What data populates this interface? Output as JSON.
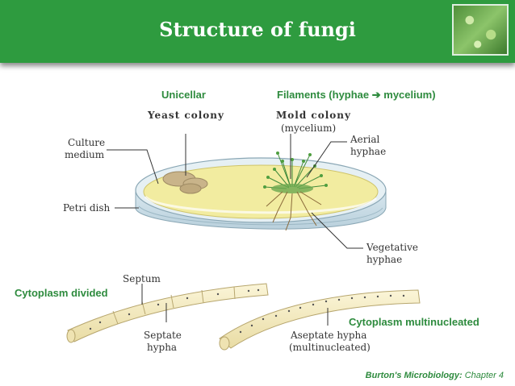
{
  "header": {
    "title": "Structure of fungi"
  },
  "labels": {
    "unicellular": "Unicellar",
    "filaments": "Filaments (hyphae ➔ mycelium)",
    "yeast_colony": "Yeast colony",
    "mold_colony": "Mold colony",
    "mycelium": "(mycelium)",
    "culture": "Culture",
    "medium": "medium",
    "aerial": "Aerial",
    "aerial_hyphae": "hyphae",
    "petri_dish": "Petri dish",
    "vegetative": "Vegetative",
    "vegetative_hyphae": "hyphae",
    "septum": "Septum",
    "cytoplasm_divided": "Cytoplasm divided",
    "septate": "Septate",
    "septate_hypha": "hypha",
    "cytoplasm_multinucleated": "Cytoplasm multinucleated",
    "aseptate": "Aseptate hypha",
    "multinucleated": "(multinucleated)"
  },
  "footer": {
    "source": "Burton's Microbiology:",
    "chapter": "Chapter 4"
  },
  "colors": {
    "header_green": "#2e9b3f",
    "label_green": "#2e8b3e",
    "hypha_fill": "#f5ecc6"
  }
}
